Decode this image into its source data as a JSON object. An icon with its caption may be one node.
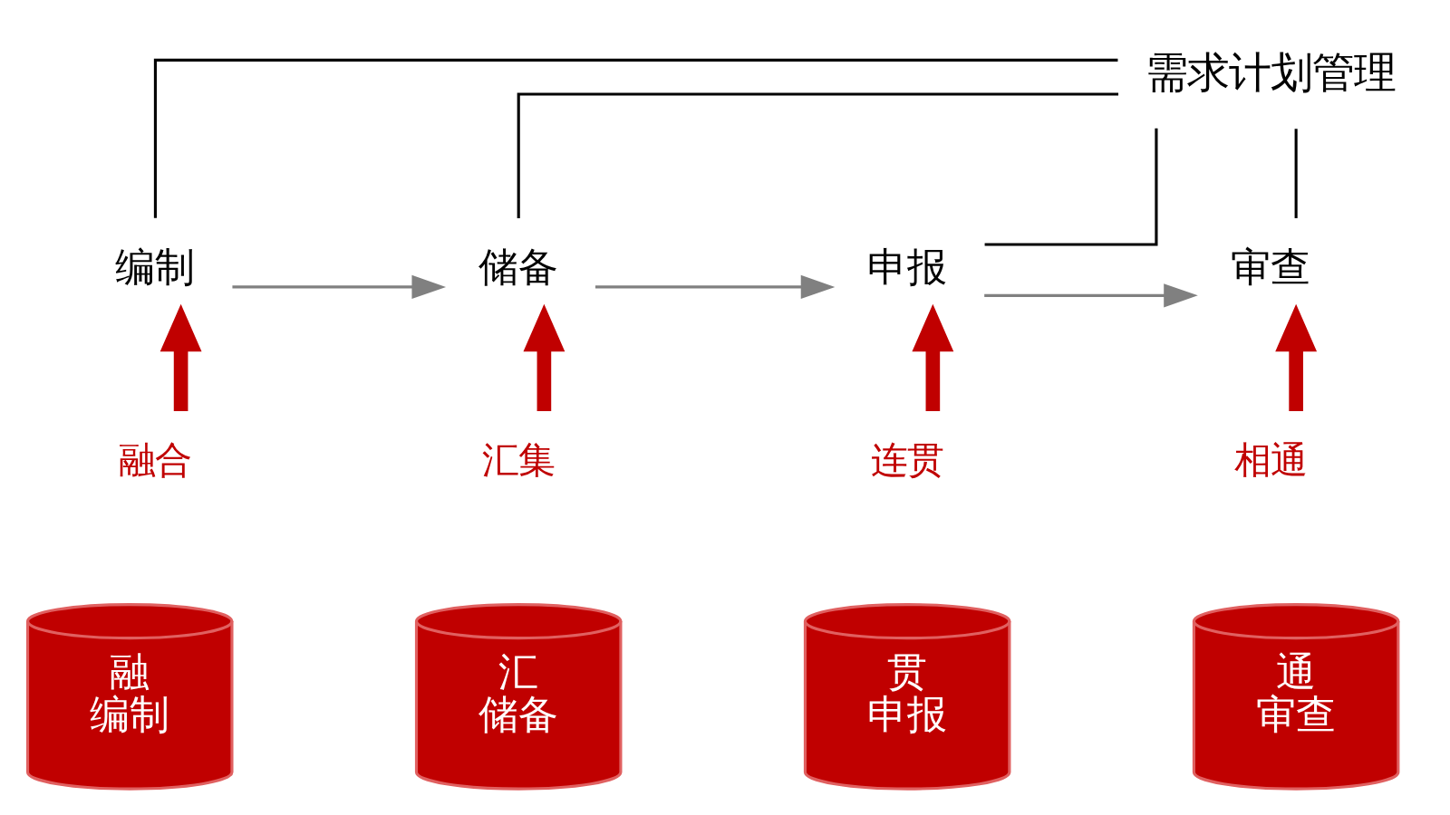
{
  "diagram": {
    "nodes": [
      {
        "text": [
          "需求计划管理"
        ]
      },
      {
        "text": [
          "编制"
        ]
      },
      {
        "text": [
          "储备"
        ]
      },
      {
        "text": [
          "申报"
        ]
      },
      {
        "text": [
          "审查"
        ]
      },
      {
        "text": [
          "融合"
        ]
      },
      {
        "text": [
          "汇集"
        ]
      },
      {
        "text": [
          "连贯"
        ]
      },
      {
        "text": [
          "相通"
        ]
      },
      {
        "text": [
          "融",
          "编制"
        ]
      },
      {
        "text": [
          "汇",
          "储备"
        ]
      },
      {
        "text": [
          "贯",
          "申报"
        ]
      },
      {
        "text": [
          "通",
          "审查"
        ]
      }
    ],
    "edges": [
      {
        "from": 0,
        "to": 1,
        "arrow": "none"
      },
      {
        "from": 0,
        "to": 2,
        "arrow": "none"
      },
      {
        "from": 0,
        "to": 3,
        "arrow": "none"
      },
      {
        "from": 0,
        "to": 4,
        "arrow": "none"
      },
      {
        "from": 1,
        "to": 2,
        "arrow": "to",
        "color": "#808080"
      },
      {
        "from": 2,
        "to": 3,
        "arrow": "to",
        "color": "#808080"
      },
      {
        "from": 3,
        "to": 4,
        "arrow": "to",
        "color": "#808080"
      },
      {
        "from": 5,
        "to": 1,
        "arrow": "to",
        "style": "thick",
        "color": "#c00000"
      },
      {
        "from": 6,
        "to": 2,
        "arrow": "to",
        "style": "thick",
        "color": "#c00000"
      },
      {
        "from": 7,
        "to": 3,
        "arrow": "to",
        "style": "thick",
        "color": "#c00000"
      },
      {
        "from": 8,
        "to": 4,
        "arrow": "to",
        "style": "thick",
        "color": "#c00000"
      }
    ]
  }
}
